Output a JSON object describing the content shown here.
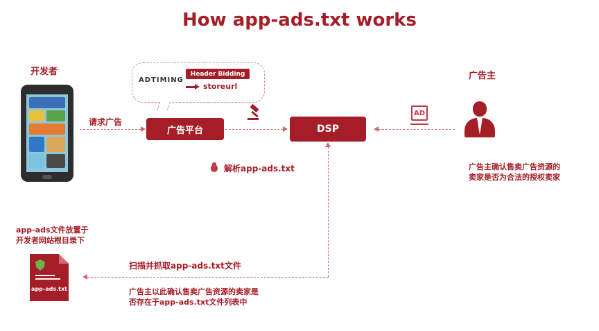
{
  "title": "How app-ads.txt works",
  "developer": {
    "label": "开发者"
  },
  "advertiser": {
    "label": "广告主",
    "note_line1": "广告主确认售卖广告资源的",
    "note_line2": "卖家是否为合法的授权卖家"
  },
  "edges": {
    "request_ad": "请求广告",
    "parse": "解析app-ads.txt",
    "crawl": "扫描并抓取app-ads.txt文件",
    "confirm_line1": "广告主以此确认售卖广告资源的卖家是",
    "confirm_line2": "否存在于app-ads.txt文件列表中"
  },
  "nodes": {
    "ad_platform": "广告平台",
    "dsp": "DSP"
  },
  "bubble": {
    "logo": "ADTIMING",
    "header_bidding": "Header Bidding",
    "storeurl": "storeurl"
  },
  "ad_badge": "AD",
  "file": {
    "note_line1": "app-ads文件放置于",
    "note_line2": "开发者网站根目录下",
    "doc_label": "app-ads.txt"
  },
  "colors": {
    "primary": "#a51d27",
    "dashed": "#c86a6f"
  }
}
